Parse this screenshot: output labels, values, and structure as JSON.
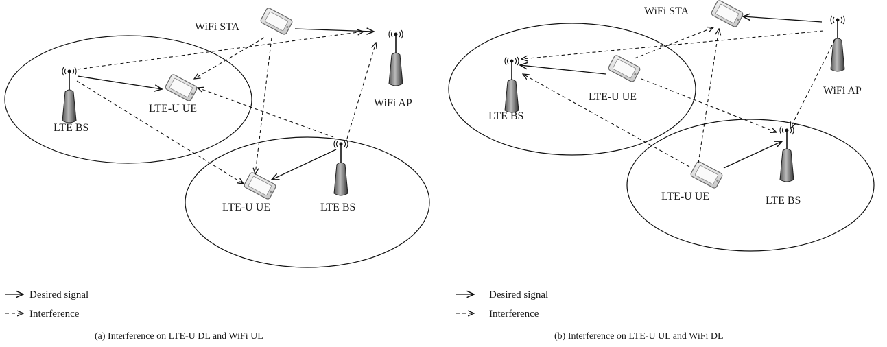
{
  "panel_a": {
    "caption": "(a)  Interference on LTE-U DL and WiFi UL",
    "labels": {
      "wifi_sta": "WiFi STA",
      "wifi_ap": "WiFi AP",
      "lte_bs_1": "LTE BS",
      "lte_ue_1": "LTE-U UE",
      "lte_ue_2": "LTE-U UE",
      "lte_bs_2": "LTE BS"
    },
    "legend": {
      "desired": "Desired signal",
      "interference": "Interference"
    }
  },
  "panel_b": {
    "caption": "(b)  Interference on LTE-U UL and WiFi DL",
    "labels": {
      "wifi_sta": "WiFi STA",
      "wifi_ap": "WiFi AP",
      "lte_bs_1": "LTE BS",
      "lte_ue_1": "LTE-U UE",
      "lte_ue_2": "LTE-U UE",
      "lte_bs_2": "LTE BS"
    },
    "legend": {
      "desired": "Desired signal",
      "interference": "Interference"
    }
  }
}
